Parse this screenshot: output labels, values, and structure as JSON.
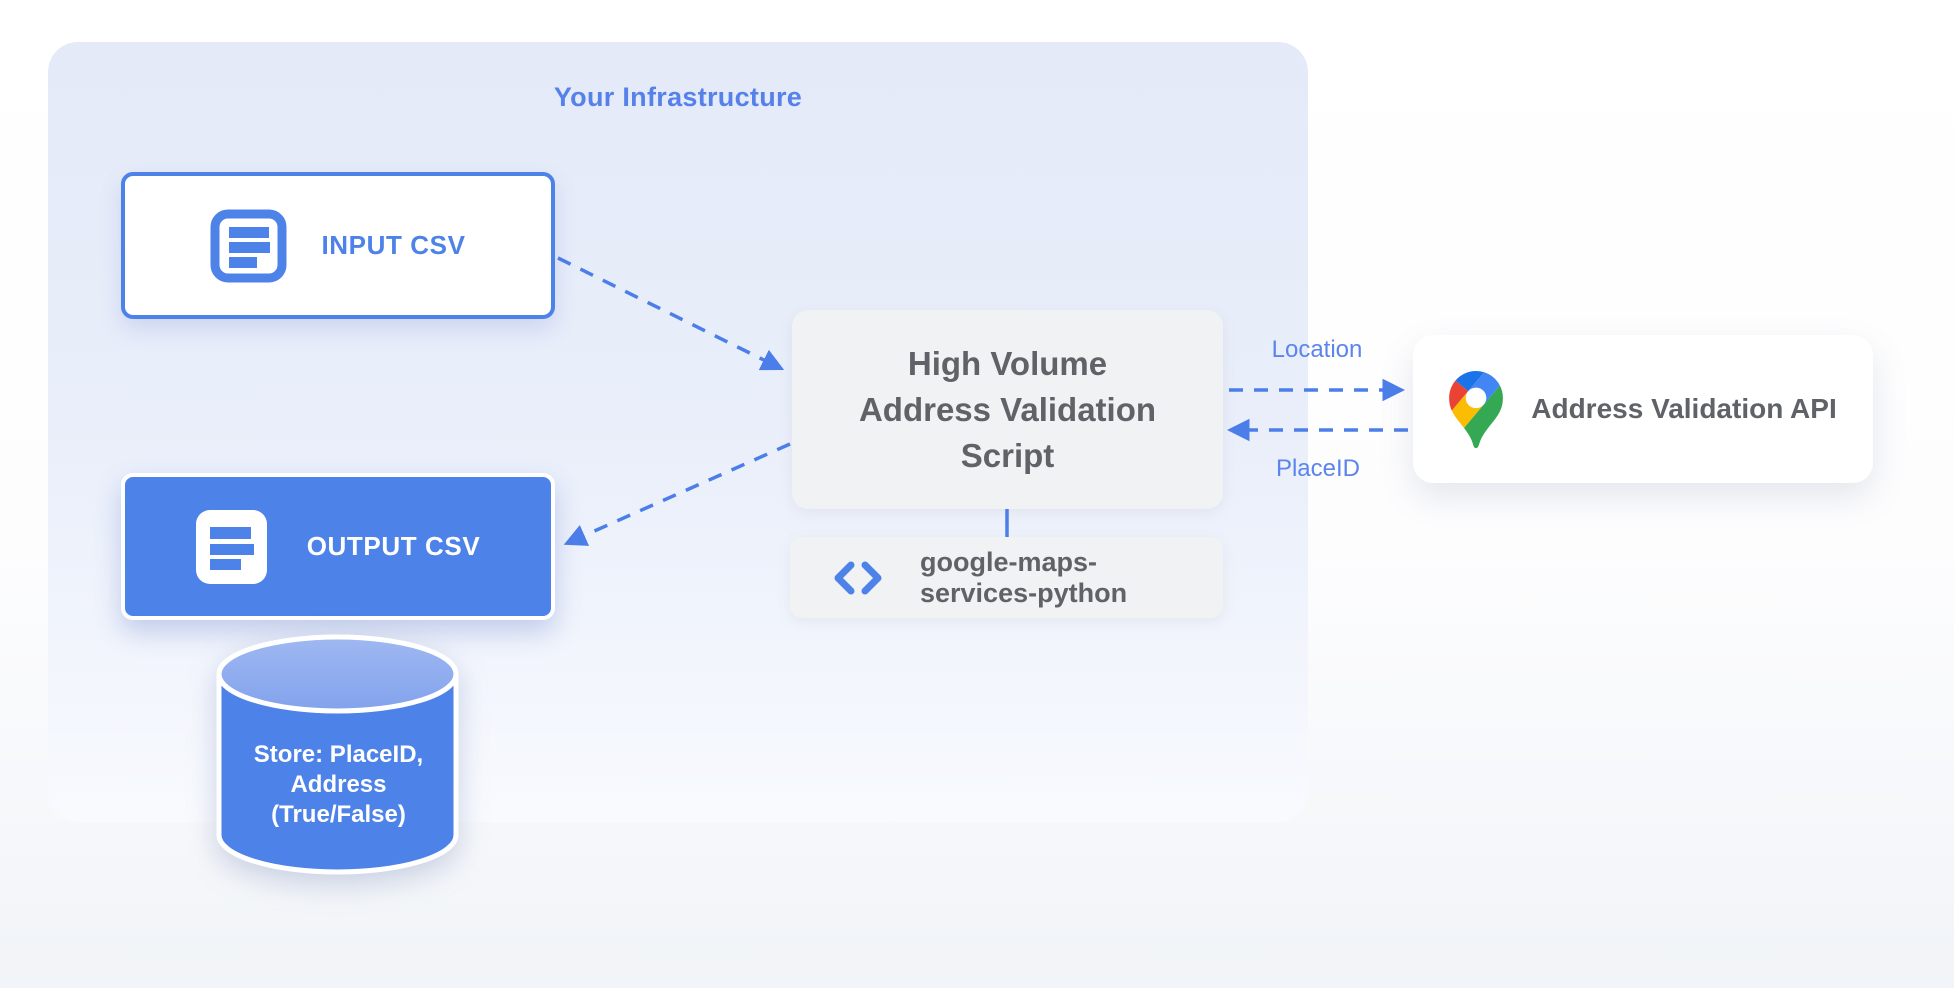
{
  "title": "Your Infrastructure",
  "colors": {
    "primary_blue": "#4d82e9",
    "arrow_blue": "#4c7ee9",
    "edge_label_blue": "#5b84ec",
    "title_blue": "#5681ea",
    "container_bg_top": "#e4eaf8",
    "container_bg_bottom": "#f8fafe",
    "box_gray": "#f1f2f3",
    "text_gray": "#5f6368",
    "cylinder_body_blue": "#4d82e9",
    "cylinder_top_blue": "#8faeef",
    "maps_pin_colors": [
      "#1a73e8",
      "#ea4335",
      "#4285f4",
      "#fbbc04",
      "#34a853"
    ]
  },
  "nodes": {
    "input_csv": {
      "label": "INPUT CSV",
      "icon": "document-icon"
    },
    "output_csv": {
      "label": "OUTPUT CSV",
      "icon": "document-icon"
    },
    "script": {
      "lines": [
        "High Volume",
        "Address Validation",
        "Script"
      ]
    },
    "library": {
      "lines": [
        "google-maps-",
        "services-python"
      ],
      "icon": "code-icon"
    },
    "api": {
      "label": "Address Validation API",
      "icon": "google-maps-pin-icon"
    },
    "datastore": {
      "lines": [
        "Store: PlaceID,",
        "Address",
        "(True/False)"
      ],
      "icon": "database-cylinder"
    }
  },
  "edge_labels": {
    "location": "Location",
    "placeid": "PlaceID"
  }
}
